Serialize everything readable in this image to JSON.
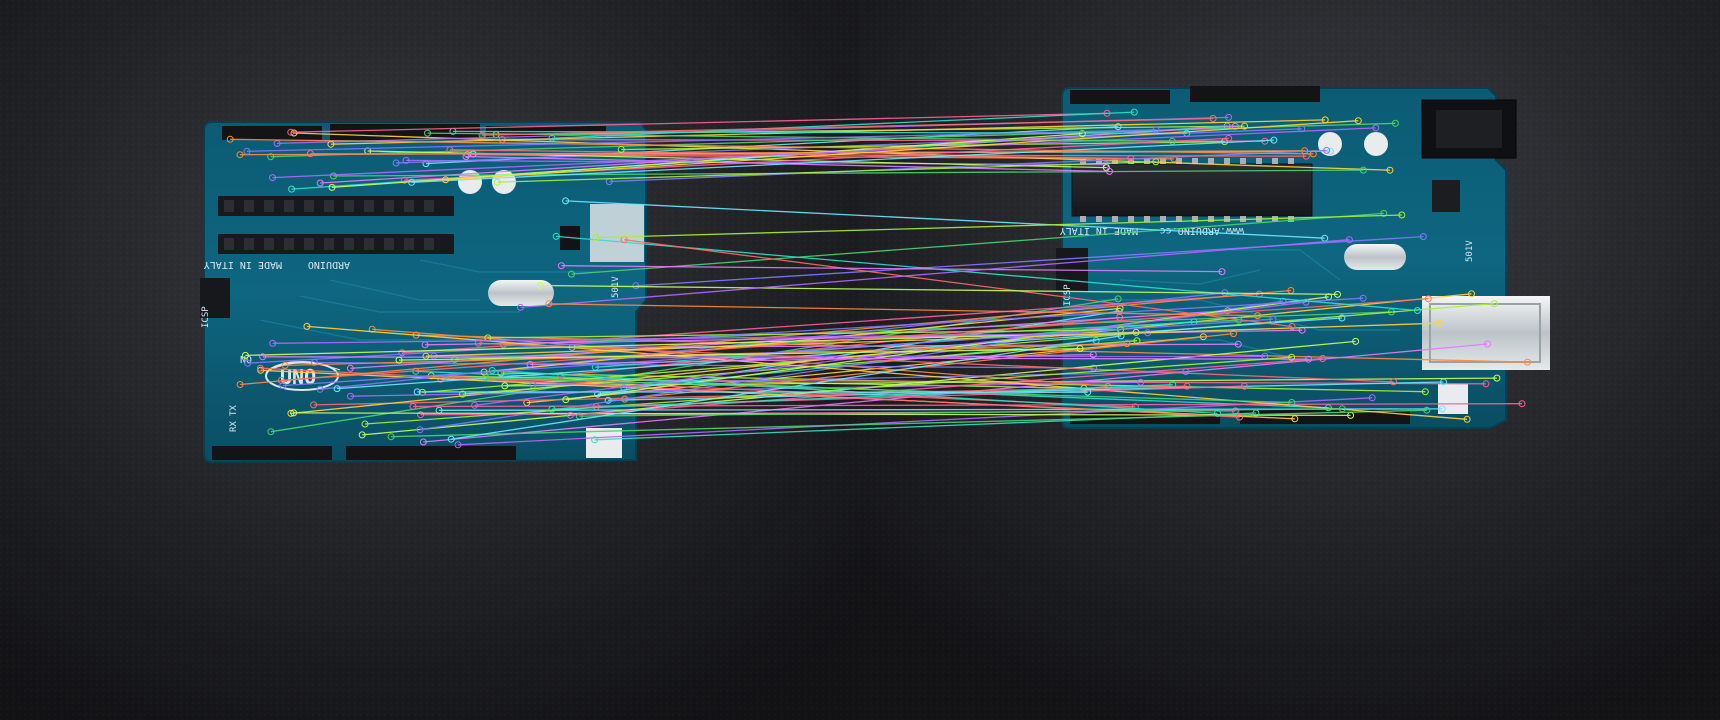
{
  "scene": {
    "panels": [
      "left-photo",
      "right-photo"
    ],
    "left_board": {
      "labels": {
        "brand_line": "MADE IN ITALY",
        "brand_alt": "ARDUINO",
        "model": "UNO",
        "icsp": "ICSP",
        "on": "ON",
        "tx": "TX",
        "rx": "RX",
        "reg": "501V"
      }
    },
    "right_board": {
      "labels": {
        "brand_line": "MADE IN ITALY",
        "brand_alt": "www.ARDUINO.cc",
        "icsp": "ICSP",
        "reg": "501V"
      }
    },
    "match_colors": [
      "#6ee7ff",
      "#b069ff",
      "#ff8a3c",
      "#a7f03a",
      "#ff5f9a",
      "#ffd23f",
      "#48d46f",
      "#7f7bff",
      "#2fe0c7",
      "#ff6b6b",
      "#c6ff5a",
      "#e07cff"
    ]
  }
}
